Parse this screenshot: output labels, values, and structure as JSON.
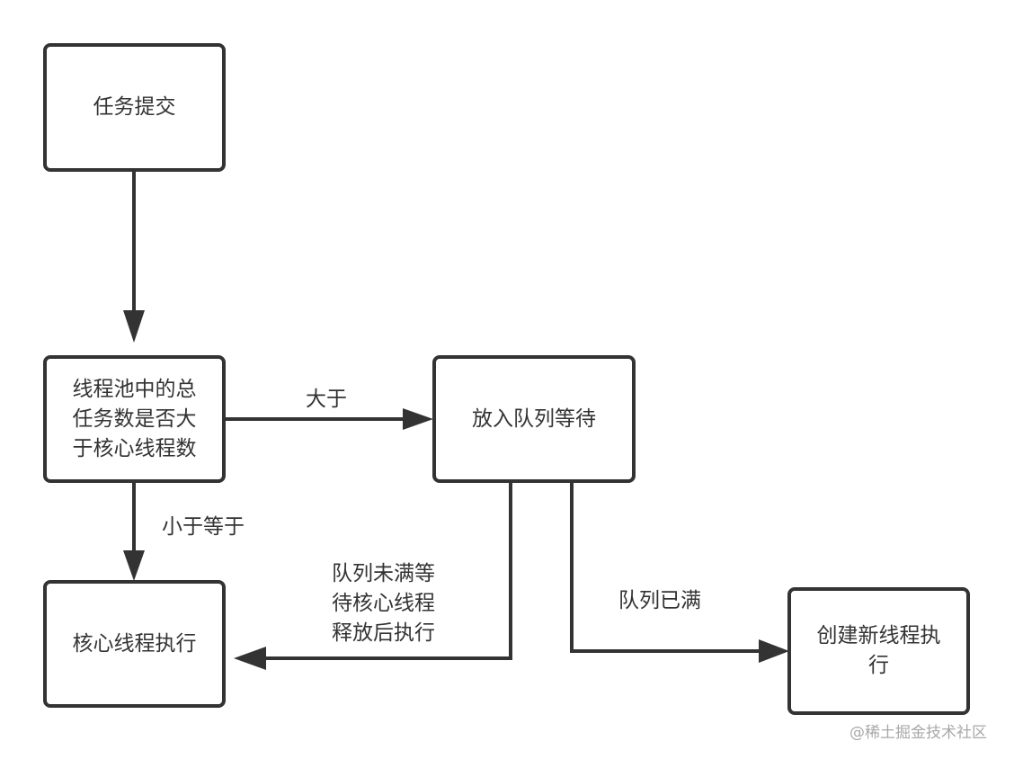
{
  "nodes": {
    "submit": "任务提交",
    "check": "线程池中的总\n任务数是否大\n于核心线程数",
    "queue": "放入队列等待",
    "core_exec": "核心线程执行",
    "new_thread": "创建新线程执\n行"
  },
  "edges": {
    "greater": "大于",
    "less_equal": "小于等于",
    "queue_not_full": "队列未满等\n待核心线程\n释放后执行",
    "queue_full": "队列已满"
  },
  "watermark": "@稀土掘金技术社区",
  "colors": {
    "stroke": "#333333",
    "text": "#333333",
    "watermark": "#a8a8a8"
  }
}
